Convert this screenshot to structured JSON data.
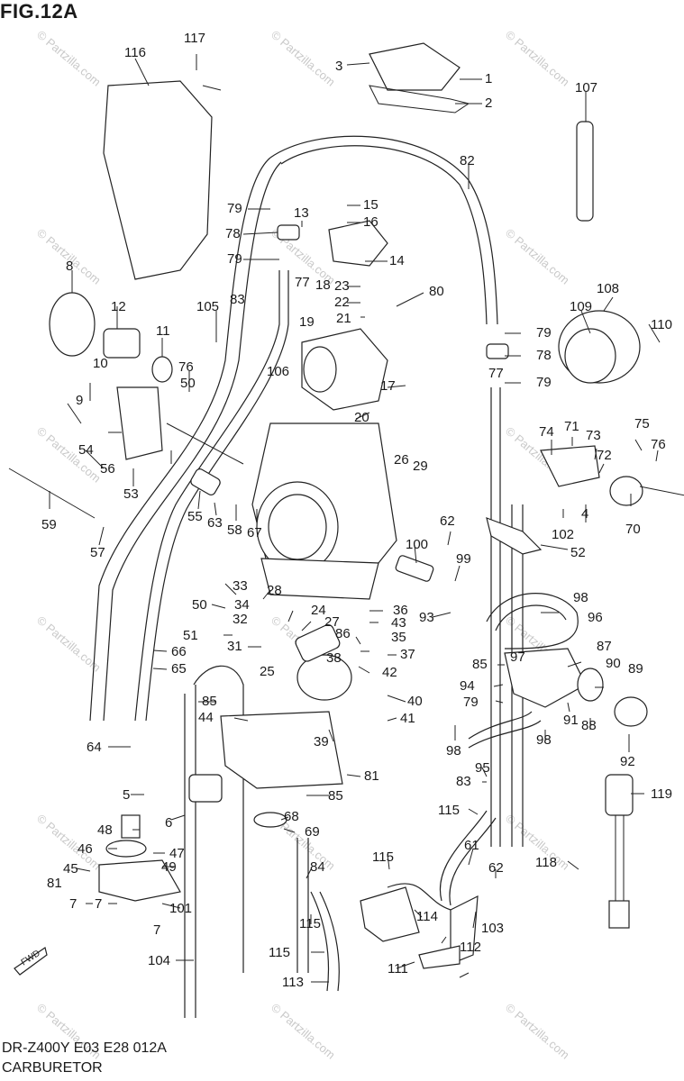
{
  "figure_title": "FIG.12A",
  "footer": {
    "model_line": "DR-Z400Y E03 E28  012A",
    "name_line": "CARBURETOR"
  },
  "watermark": "© Partzilla.com",
  "fwd_label": "FWD",
  "callouts": [
    "117",
    "116",
    "3",
    "1",
    "2",
    "107",
    "82",
    "79",
    "13",
    "15",
    "16",
    "78",
    "14",
    "79",
    "77",
    "83",
    "8",
    "12",
    "18",
    "23",
    "22",
    "80",
    "108",
    "109",
    "110",
    "105",
    "21",
    "79",
    "11",
    "78",
    "10",
    "76",
    "19",
    "106",
    "77",
    "79",
    "17",
    "50",
    "9",
    "20",
    "71",
    "73",
    "75",
    "74",
    "76",
    "54",
    "56",
    "26",
    "29",
    "72",
    "53",
    "59",
    "55",
    "63",
    "58",
    "67",
    "70",
    "62",
    "102",
    "4",
    "100",
    "99",
    "52",
    "57",
    "33",
    "28",
    "50",
    "34",
    "24",
    "36",
    "98",
    "32",
    "27",
    "93",
    "96",
    "51",
    "66",
    "31",
    "86",
    "43",
    "38",
    "35",
    "37",
    "65",
    "25",
    "42",
    "85",
    "97",
    "87",
    "90",
    "89",
    "94",
    "85",
    "79",
    "91",
    "88",
    "40",
    "44",
    "39",
    "41",
    "98",
    "98",
    "92",
    "64",
    "95",
    "81",
    "83",
    "85",
    "5",
    "119",
    "6",
    "68",
    "115",
    "48",
    "69",
    "61",
    "46",
    "47",
    "115",
    "45",
    "49",
    "84",
    "62",
    "118",
    "81",
    "7",
    "7",
    "101",
    "114",
    "103",
    "115",
    "7",
    "112",
    "104",
    "115",
    "111",
    "113"
  ]
}
